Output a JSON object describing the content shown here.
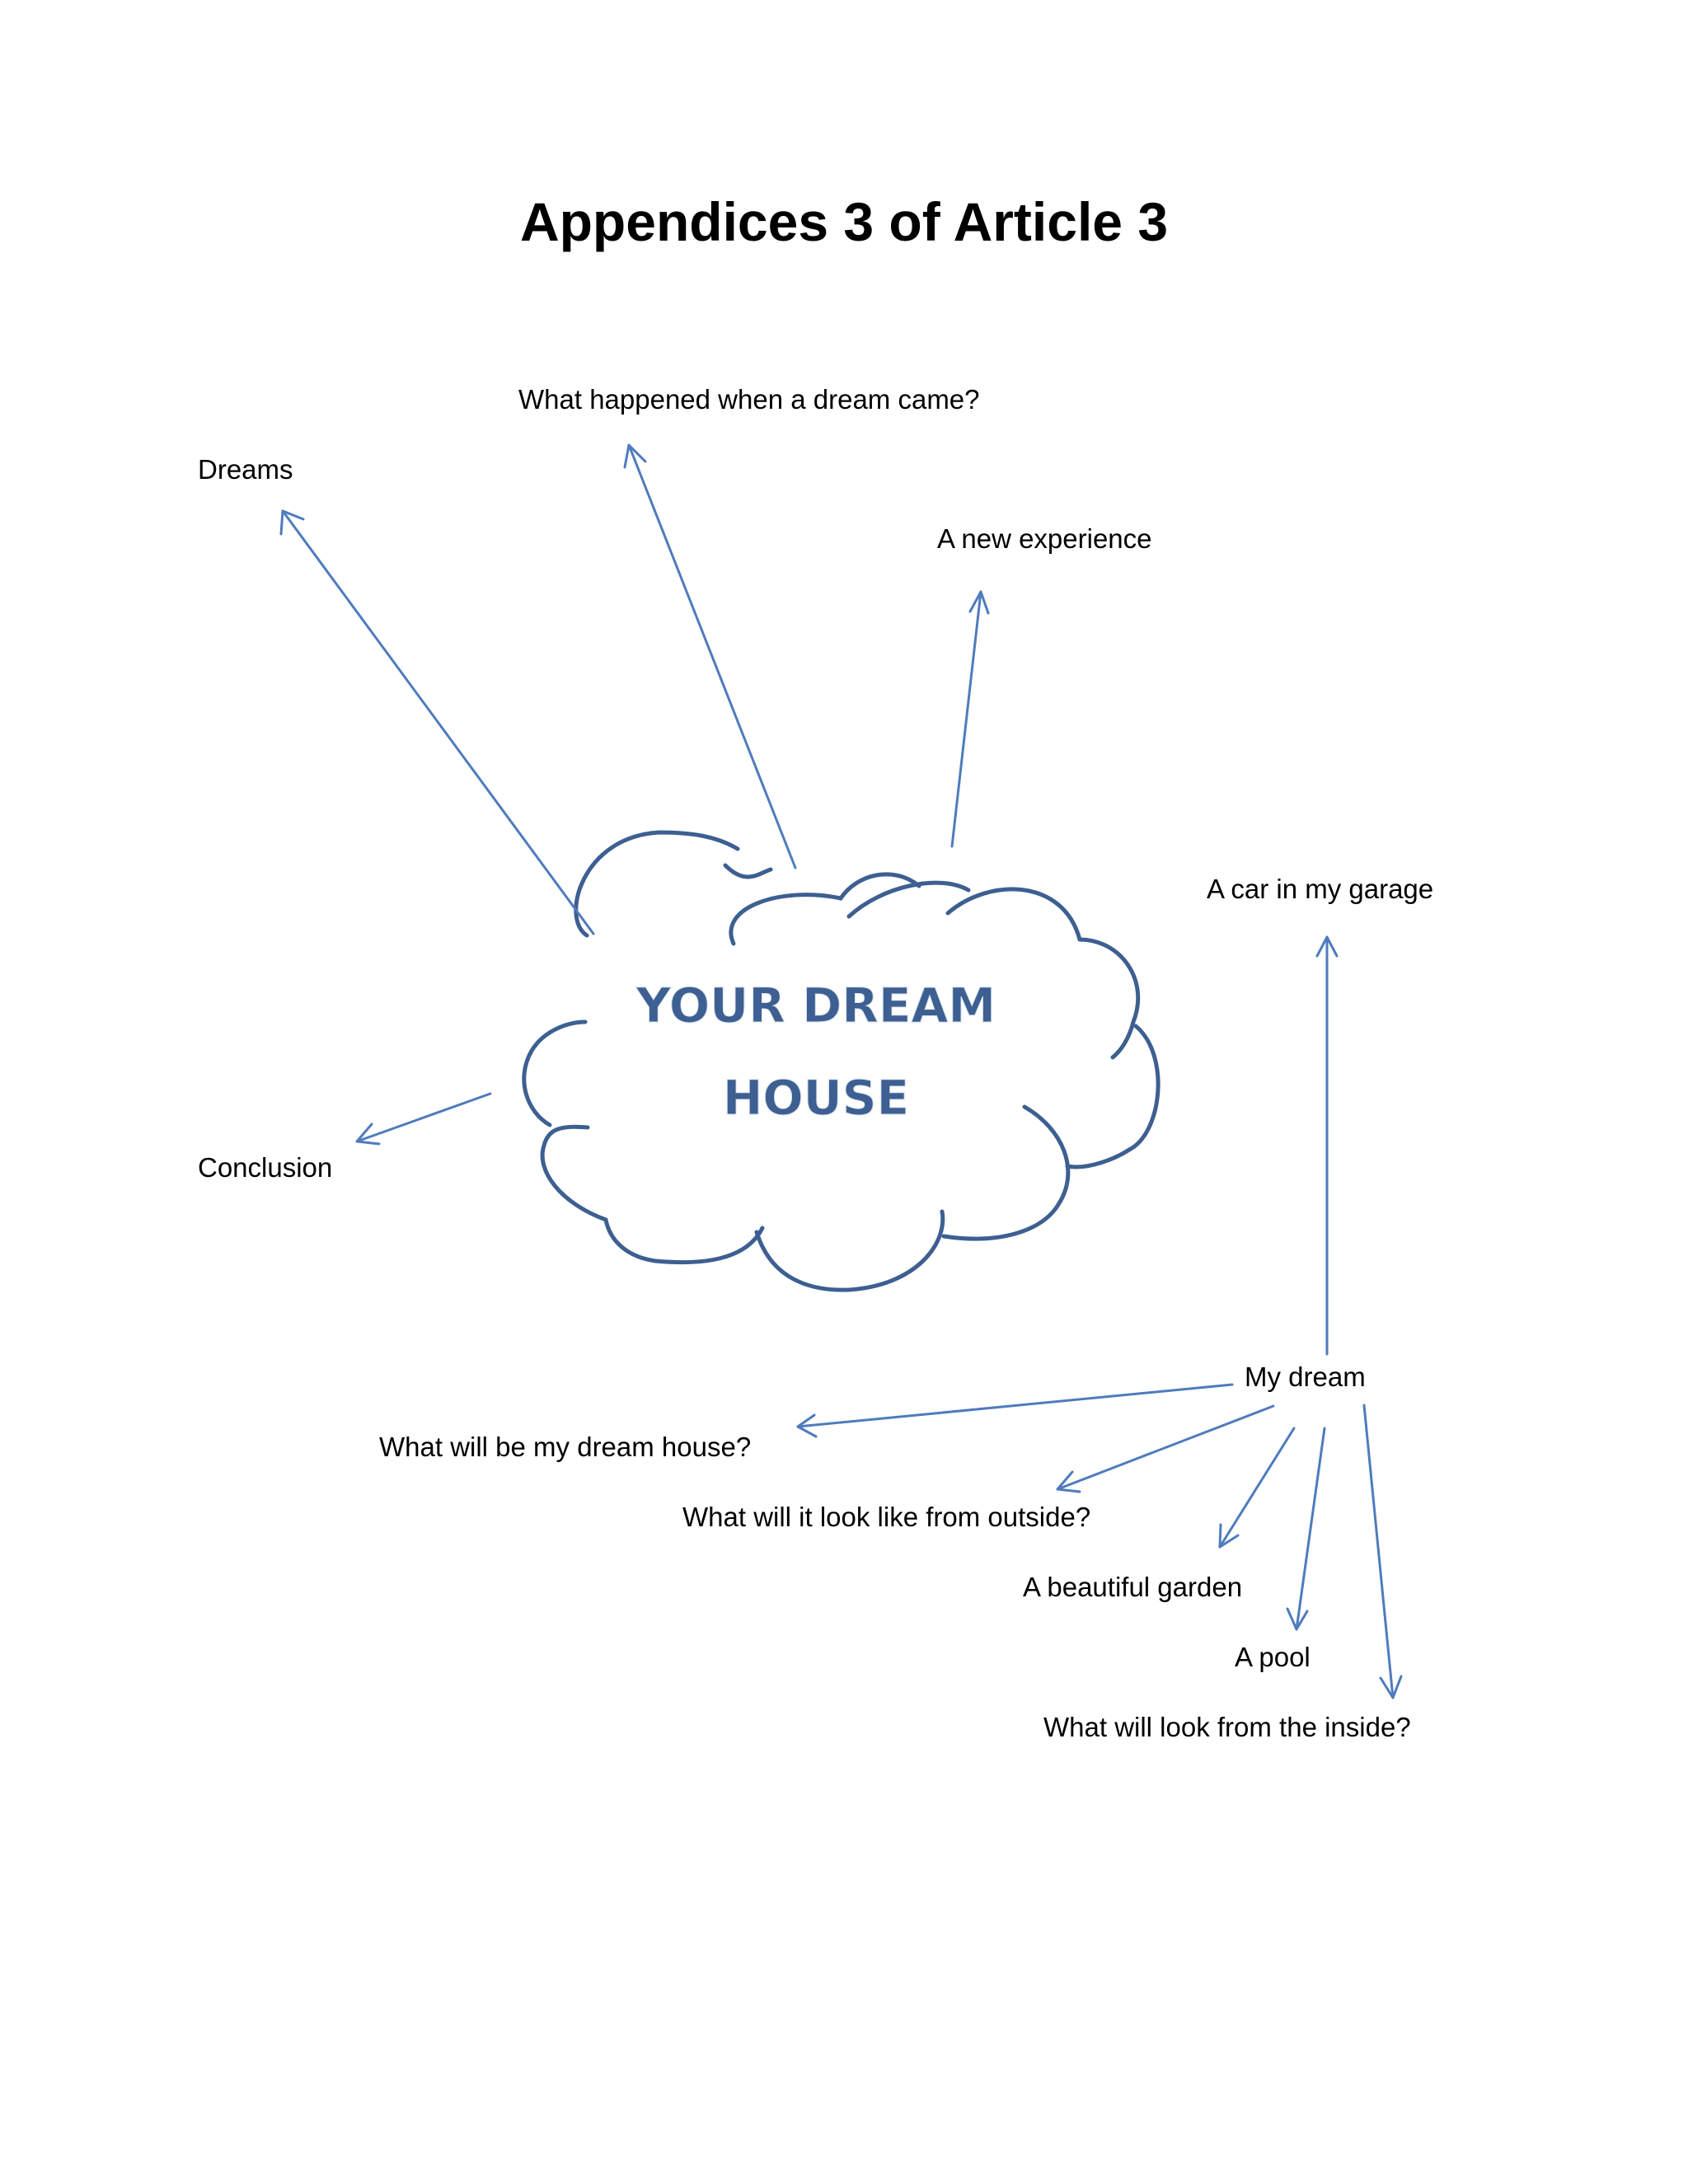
{
  "title": "Appendices 3 of Article 3",
  "center": {
    "line1": "YOUR DREAM",
    "line2": "HOUSE"
  },
  "nodes": {
    "what_happened": "What happened when a dream came?",
    "dreams": "Dreams",
    "new_experience": "A new experience",
    "conclusion": "Conclusion",
    "my_dream": "My dream",
    "car_in_garage": "A car in my garage",
    "dream_house": "What will be my dream house?",
    "look_outside": "What will it look like from outside?",
    "beautiful_garden": "A beautiful garden",
    "pool": "A pool",
    "look_inside": "What will look from the inside?"
  },
  "colors": {
    "arrow": "#4f7bbd",
    "cloud_outline": "#3d5f91",
    "cloud_text": "#3d5f91",
    "text": "#000000"
  }
}
